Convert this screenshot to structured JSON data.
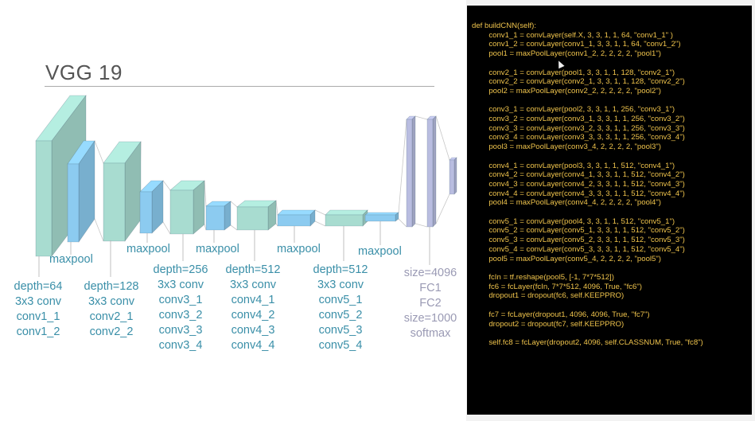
{
  "slide": {
    "title": "VGG 19",
    "maxpool_labels": [
      "maxpool",
      "maxpool",
      "maxpool",
      "maxpool",
      "maxpool"
    ],
    "groups": [
      {
        "lines": [
          "depth=64",
          "3x3 conv",
          "conv1_1",
          "conv1_2"
        ]
      },
      {
        "lines": [
          "depth=128",
          "3x3 conv",
          "conv2_1",
          "conv2_2"
        ]
      },
      {
        "lines": [
          "depth=256",
          "3x3 conv",
          "conv3_1",
          "conv3_2",
          "conv3_3",
          "conv3_4"
        ]
      },
      {
        "lines": [
          "depth=512",
          "3x3 conv",
          "conv4_1",
          "conv4_2",
          "conv4_3",
          "conv4_4"
        ]
      },
      {
        "lines": [
          "depth=512",
          "3x3 conv",
          "conv5_1",
          "conv5_2",
          "conv5_3",
          "conv5_4"
        ]
      }
    ],
    "fc_lines": [
      "size=4096",
      "FC1",
      "FC2",
      "size=1000",
      "softmax"
    ],
    "colors": {
      "conv": "#a8dcd0",
      "pool": "#8ccbf0",
      "fc": "#b9bde0",
      "text": "#3a8fa8",
      "fc_text": "#9a9ab4"
    }
  },
  "code": {
    "lines": [
      "def buildCNN(self):",
      "        conv1_1 = convLayer(self.X, 3, 3, 1, 1, 64, \"conv1_1\" )",
      "        conv1_2 = convLayer(conv1_1, 3, 3, 1, 1, 64, \"conv1_2\")",
      "        pool1 = maxPoolLayer(conv1_2, 2, 2, 2, 2, \"pool1\")",
      "",
      "        conv2_1 = convLayer(pool1, 3, 3, 1, 1, 128, \"conv2_1\")",
      "        conv2_2 = convLayer(conv2_1, 3, 3, 1, 1, 128, \"conv2_2\")",
      "        pool2 = maxPoolLayer(conv2_2, 2, 2, 2, 2, \"pool2\")",
      "",
      "        conv3_1 = convLayer(pool2, 3, 3, 1, 1, 256, \"conv3_1\")",
      "        conv3_2 = convLayer(conv3_1, 3, 3, 1, 1, 256, \"conv3_2\")",
      "        conv3_3 = convLayer(conv3_2, 3, 3, 1, 1, 256, \"conv3_3\")",
      "        conv3_4 = convLayer(conv3_3, 3, 3, 1, 1, 256, \"conv3_4\")",
      "        pool3 = maxPoolLayer(conv3_4, 2, 2, 2, 2, \"pool3\")",
      "",
      "        conv4_1 = convLayer(pool3, 3, 3, 1, 1, 512, \"conv4_1\")",
      "        conv4_2 = convLayer(conv4_1, 3, 3, 1, 1, 512, \"conv4_2\")",
      "        conv4_3 = convLayer(conv4_2, 3, 3, 1, 1, 512, \"conv4_3\")",
      "        conv4_4 = convLayer(conv4_3, 3, 3, 1, 1, 512, \"conv4_4\")",
      "        pool4 = maxPoolLayer(conv4_4, 2, 2, 2, 2, \"pool4\")",
      "",
      "        conv5_1 = convLayer(pool4, 3, 3, 1, 1, 512, \"conv5_1\")",
      "        conv5_2 = convLayer(conv5_1, 3, 3, 1, 1, 512, \"conv5_2\")",
      "        conv5_3 = convLayer(conv5_2, 3, 3, 1, 1, 512, \"conv5_3\")",
      "        conv5_4 = convLayer(conv5_3, 3, 3, 1, 1, 512, \"conv5_4\")",
      "        pool5 = maxPoolLayer(conv5_4, 2, 2, 2, 2, \"pool5\")",
      "",
      "        fcIn = tf.reshape(pool5, [-1, 7*7*512])",
      "        fc6 = fcLayer(fcIn, 7*7*512, 4096, True, \"fc6\")",
      "        dropout1 = dropout(fc6, self.KEEPPRO)",
      "",
      "        fc7 = fcLayer(dropout1, 4096, 4096, True, \"fc7\")",
      "        dropout2 = dropout(fc7, self.KEEPPRO)",
      "",
      "        self.fc8 = fcLayer(dropout2, 4096, self.CLASSNUM, True, \"fc8\")"
    ]
  }
}
